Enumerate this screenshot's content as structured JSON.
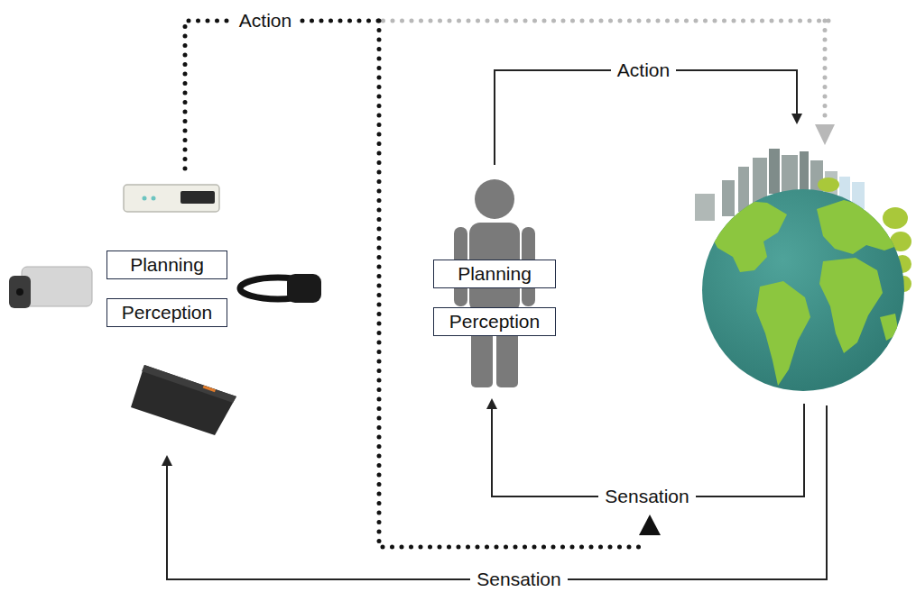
{
  "diagram": {
    "nodes": [
      {
        "text": [
          "Planning"
        ]
      },
      {
        "text": [
          "Perception"
        ]
      },
      {
        "text": [
          "Planning"
        ]
      },
      {
        "text": [
          "Perception"
        ]
      }
    ],
    "labels": [
      "Action",
      "Action",
      "Sensation",
      "Sensation"
    ]
  }
}
